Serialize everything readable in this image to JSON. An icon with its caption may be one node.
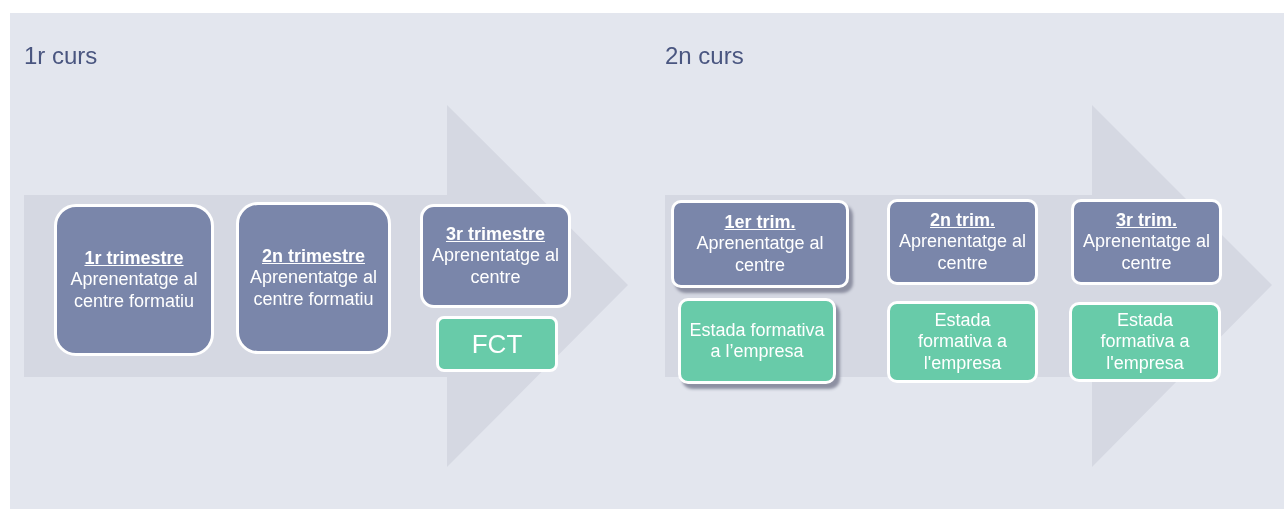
{
  "diagram": {
    "nodes": [
      {
        "text": [
          "1r trimestre",
          "Aprenentatge al centre formatiu"
        ]
      },
      {
        "text": [
          "2n trimestre",
          "Aprenentatge al centre formatiu"
        ]
      },
      {
        "text": [
          "3r trimestre",
          "Aprenentatge al centre"
        ]
      },
      {
        "text": [
          "FCT"
        ]
      },
      {
        "text": [
          "1er trim.",
          "Aprenentatge al centre"
        ]
      },
      {
        "text": [
          "Estada formativa a l’empresa"
        ]
      },
      {
        "text": [
          "2n trim.",
          "Aprenentatge al centre"
        ]
      },
      {
        "text": [
          "Estada formativa a l'empresa"
        ]
      },
      {
        "text": [
          "3r trim.",
          "Aprenentatge al centre"
        ]
      },
      {
        "text": [
          "Estada formativa a l'empresa"
        ]
      }
    ],
    "labels": [
      "1r curs",
      "2n curs"
    ]
  }
}
